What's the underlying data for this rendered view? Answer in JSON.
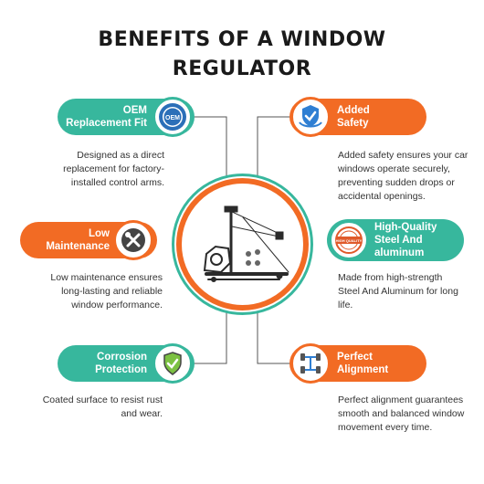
{
  "title_line1": "BENEFITS OF A WINDOW",
  "title_line2": "REGULATOR",
  "features": {
    "oem": {
      "line1": "OEM",
      "line2": "Replacement Fit",
      "badge_text": "OEM",
      "desc": [
        "Designed as a direct",
        "replacement for factory-",
        "installed control arms."
      ]
    },
    "safety": {
      "line1": "Added",
      "line2": "Safety",
      "desc": [
        "Added safety ensures your car",
        "windows operate securely,",
        "preventing sudden drops or",
        "accidental openings."
      ]
    },
    "maintenance": {
      "line1": "Low",
      "line2": "Maintenance",
      "desc": [
        "Low maintenance ensures",
        "long-lasting and reliable",
        "window performance."
      ]
    },
    "quality": {
      "line1": "High-Quality",
      "line2": "Steel And",
      "line3": "aluminum",
      "badge_text": "HIGH QUALITY",
      "desc": [
        "Made from high-strength",
        "Steel And Aluminum for long",
        "life."
      ]
    },
    "corrosion": {
      "line1": "Corrosion",
      "line2": "Protection",
      "desc": [
        "Coated surface to resist rust",
        "and wear."
      ]
    },
    "alignment": {
      "line1": "Perfect",
      "line2": "Alignment",
      "desc": [
        "Perfect alignment guarantees",
        "smooth and balanced window",
        "movement every time."
      ]
    }
  },
  "colors": {
    "teal": "#37b79d",
    "orange": "#f26b24"
  },
  "icons": [
    "oem-badge-icon",
    "shield-check-icon",
    "wrench-screwdriver-icon",
    "quality-stamp-icon",
    "shield-check-icon",
    "wheel-alignment-icon"
  ]
}
